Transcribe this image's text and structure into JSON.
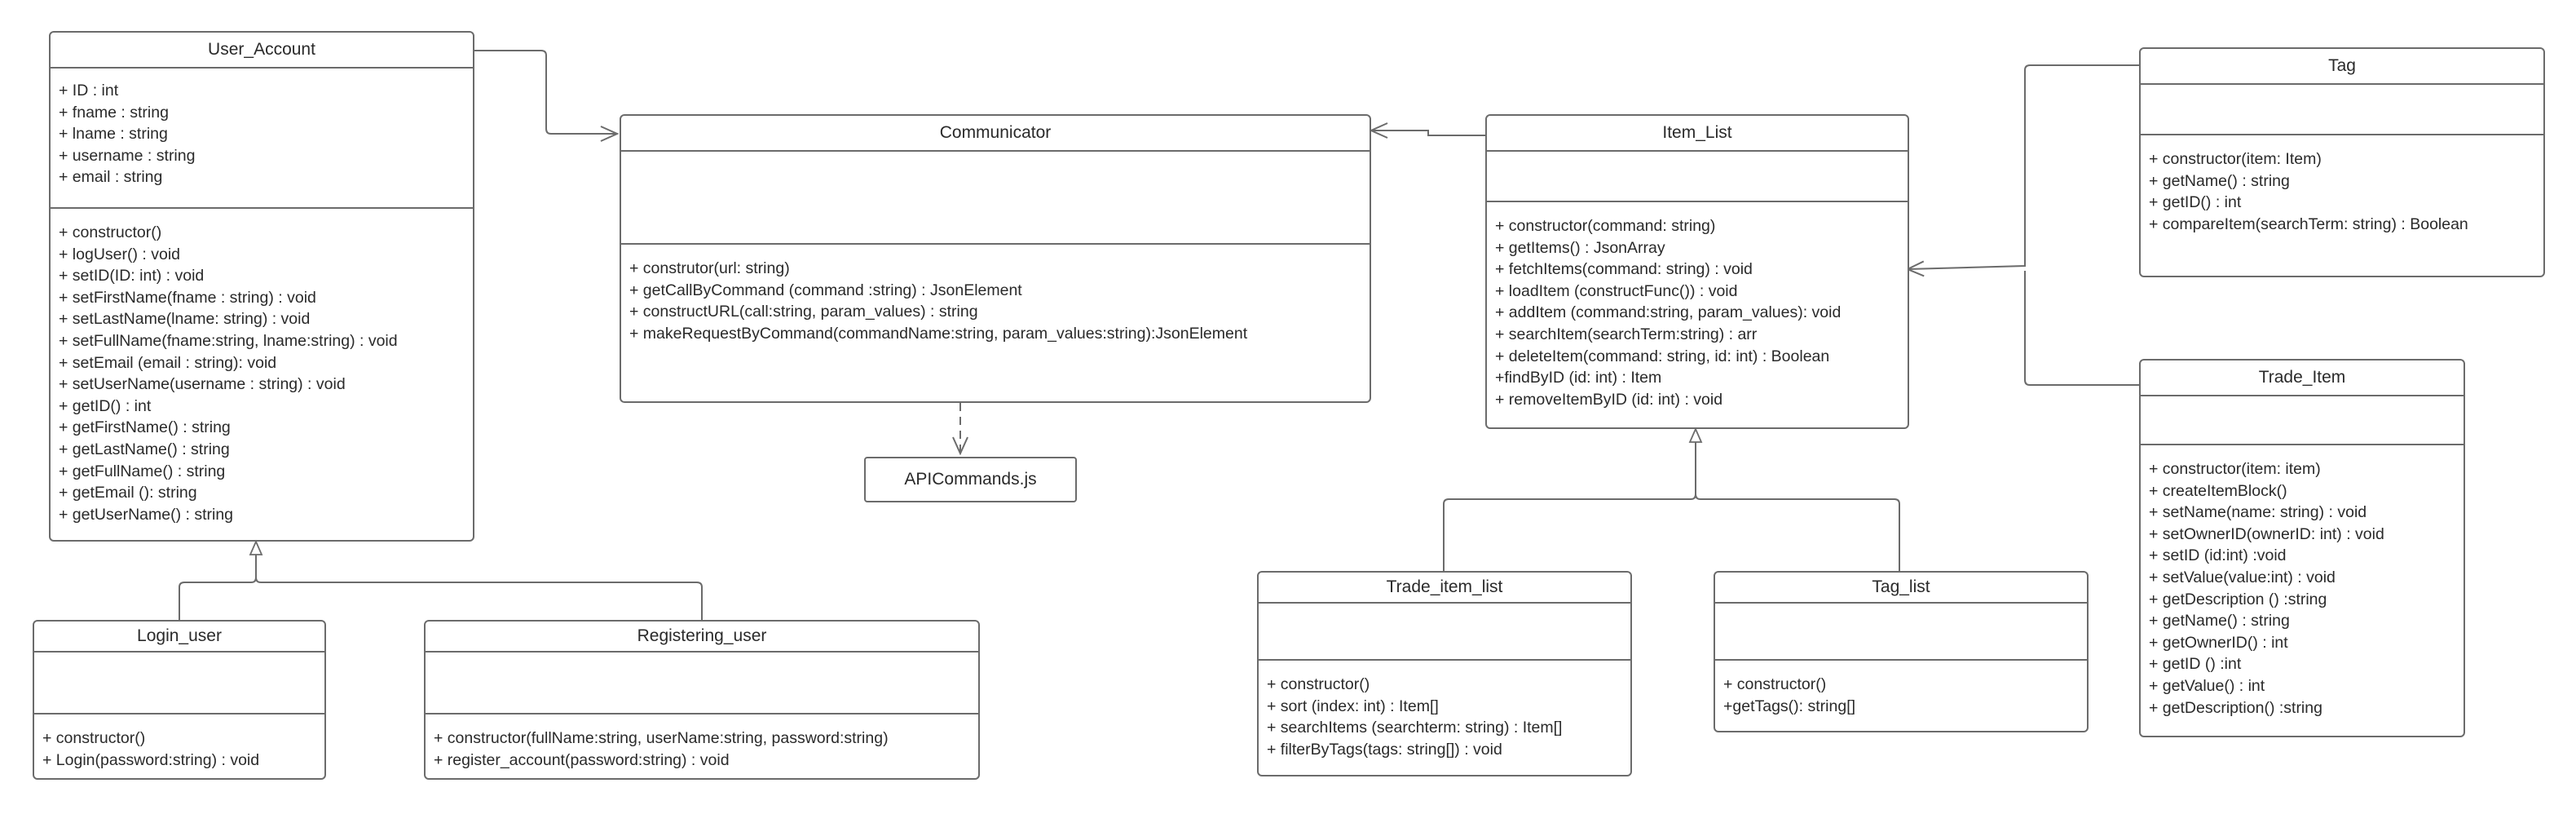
{
  "classes": [
    {
      "id": "user_account",
      "name": "User_Account",
      "attributes": [
        "+ ID : int",
        "+ fname : string",
        "+ lname : string",
        "+ username : string",
        "+ email : string"
      ],
      "operations": [
        "+ constructor()",
        "+ logUser() : void",
        "+ setID(ID: int) : void",
        "+ setFirstName(fname : string) : void",
        "+ setLastName(lname: string) : void",
        "+ setFullName(fname:string, lname:string) : void",
        "+ setEmail (email : string): void",
        "+ setUserName(username : string) : void",
        "+ getID() : int",
        "+ getFirstName() : string",
        "+ getLastName() : string",
        "+ getFullName() : string",
        "+ getEmail (): string",
        "+ getUserName() : string"
      ]
    },
    {
      "id": "communicator",
      "name": "Communicator",
      "attributes": [],
      "operations": [
        "+ construtor(url: string)",
        "+ getCallByCommand (command :string) : JsonElement",
        "+ constructURL(call:string, param_values) : string",
        "+ makeRequestByCommand(commandName:string, param_values:string):JsonElement"
      ]
    },
    {
      "id": "item_list",
      "name": "Item_List",
      "attributes": [],
      "operations": [
        "+ constructor(command: string)",
        "+ getItems() : JsonArray",
        "+ fetchItems(command: string) : void",
        "+ loadItem (constructFunc()) : void",
        "+ addItem (command:string, param_values): void",
        "+ searchItem(searchTerm:string) : arr",
        "+ deleteItem(command: string, id: int) : Boolean",
        "+findByID (id: int) : Item",
        "+ removeItemByID (id: int) : void"
      ]
    },
    {
      "id": "tag",
      "name": "Tag",
      "attributes": [],
      "operations": [
        "+ constructor(item: Item)",
        "+ getName() : string",
        "+ getID() : int",
        "+ compareItem(searchTerm: string) : Boolean"
      ]
    },
    {
      "id": "trade_item",
      "name": "Trade_Item",
      "attributes": [],
      "operations": [
        "+ constructor(item: item)",
        "+ createItemBlock()",
        "+ setName(name: string) : void",
        "+ setOwnerID(ownerID: int) : void",
        "+ setID (id:int) :void",
        "+ setValue(value:int) : void",
        "+ getDescription () :string",
        "+ getName() : string",
        "+ getOwnerID() : int",
        "+ getID () :int",
        "+ getValue() : int",
        "+ getDescription() :string"
      ]
    },
    {
      "id": "login_user",
      "name": "Login_user",
      "attributes": [],
      "operations": [
        "+ constructor()",
        "+ Login(password:string) : void"
      ]
    },
    {
      "id": "registering_user",
      "name": "Registering_user",
      "attributes": [],
      "operations": [
        "+ constructor(fullName:string, userName:string, password:string)",
        "+ register_account(password:string) : void"
      ]
    },
    {
      "id": "trade_item_list",
      "name": "Trade_item_list",
      "attributes": [],
      "operations": [
        "+ constructor()",
        "+ sort (index: int) : Item[]",
        "+ searchItems (searchterm: string) : Item[]",
        "+ filterByTags(tags: string[]) : void"
      ]
    },
    {
      "id": "tag_list",
      "name": "Tag_list",
      "attributes": [],
      "operations": [
        "+ constructor()",
        "+getTags(): string[]"
      ]
    }
  ],
  "notes": [
    {
      "id": "apicommands",
      "label": "APICommands.js"
    }
  ],
  "relationships": [
    {
      "from": "user_account",
      "to": "communicator",
      "type": "association"
    },
    {
      "from": "item_list",
      "to": "communicator",
      "type": "association"
    },
    {
      "from": "tag",
      "to": "item_list",
      "type": "association"
    },
    {
      "from": "trade_item",
      "to": "item_list",
      "type": "association"
    },
    {
      "from": "communicator",
      "to": "apicommands",
      "type": "dependency"
    },
    {
      "from": "login_user",
      "to": "user_account",
      "type": "generalization"
    },
    {
      "from": "registering_user",
      "to": "user_account",
      "type": "generalization"
    },
    {
      "from": "trade_item_list",
      "to": "item_list",
      "type": "generalization"
    },
    {
      "from": "tag_list",
      "to": "item_list",
      "type": "generalization"
    }
  ],
  "colors": {
    "stroke": "#6b6b6b",
    "text": "#2a2a2a",
    "background": "#ffffff"
  }
}
